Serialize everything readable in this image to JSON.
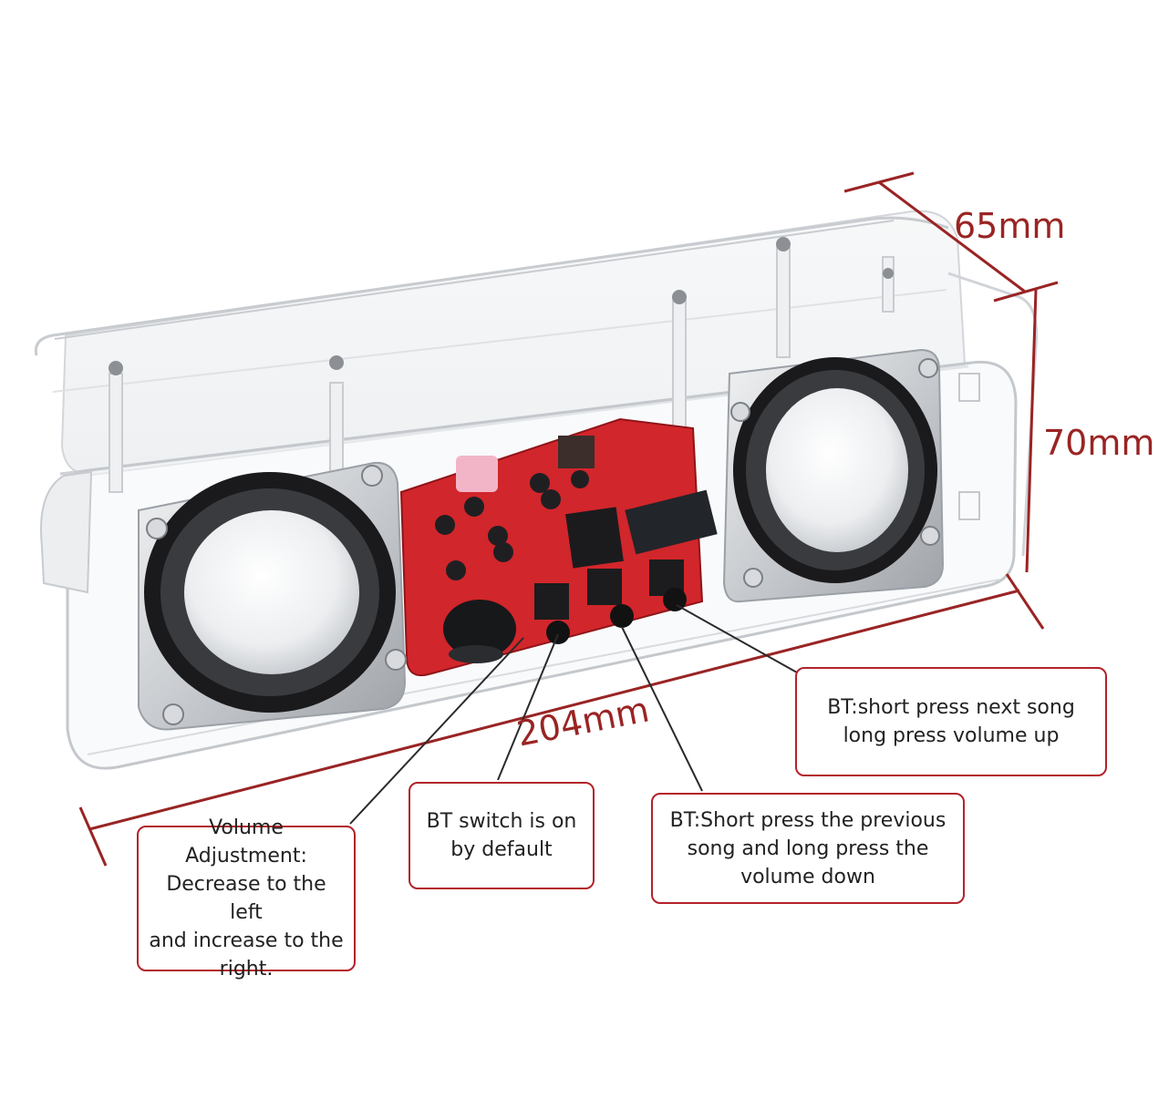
{
  "dimensions": {
    "depth": "65mm",
    "height": "70mm",
    "length": "204mm"
  },
  "callouts": {
    "next_song": [
      "BT:short press next song",
      "long press volume up"
    ],
    "bt_switch": [
      "BT switch is on",
      "by default"
    ],
    "previous_song": [
      "BT:Short press the previous",
      "song and long press the",
      "volume down"
    ],
    "volume": [
      "Volume Adjustment:",
      "Decrease to the left",
      "and increase to the",
      "right."
    ]
  },
  "colors": {
    "annotation_red": "#b3222a",
    "pcb_red": "#d1262b"
  }
}
